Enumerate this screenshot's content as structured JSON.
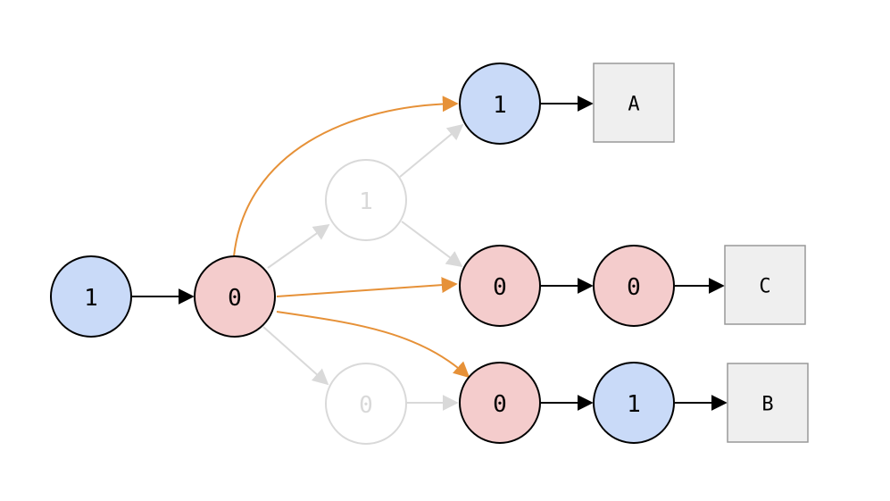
{
  "colors": {
    "blue_fill": "#c9daf8",
    "red_fill": "#f4cccc",
    "box_fill": "#efefef",
    "stroke": "#000000",
    "faded": "#d9d9d9",
    "orange": "#e69138"
  },
  "nodes": {
    "root": "1",
    "zero": "0",
    "faded_one": "1",
    "faded_zero": "0",
    "top_one": "1",
    "mid_zero_a": "0",
    "mid_zero_b": "0",
    "bot_zero": "0",
    "bot_one": "1",
    "box_a": "A",
    "box_c": "C",
    "box_b": "B"
  }
}
